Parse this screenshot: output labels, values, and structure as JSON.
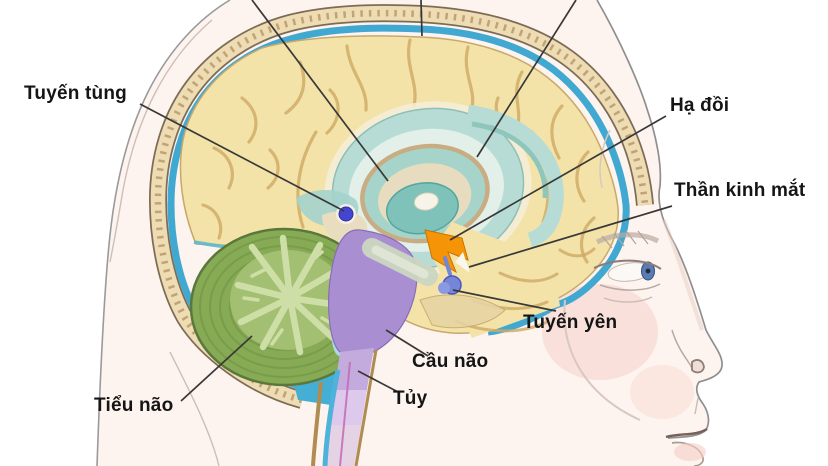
{
  "diagram": {
    "type": "anatomy-illustration",
    "subject": "Human brain, sagittal cross-section through a head profile, showing endocrine and brainstem structures",
    "language": "Vietnamese",
    "labels": [
      {
        "id": "tuyen-tung",
        "text": "Tuyến tùng",
        "meaning": "Pineal gland",
        "side": "upper-left"
      },
      {
        "id": "ha-doi",
        "text": "Hạ đồi",
        "meaning": "Hypothalamus",
        "side": "upper-right"
      },
      {
        "id": "than-kinh-mat",
        "text": "Thần kinh mắt",
        "meaning": "Optic nerve",
        "side": "right"
      },
      {
        "id": "tuyen-yen",
        "text": "Tuyến yên",
        "meaning": "Pituitary gland",
        "side": "lower-right"
      },
      {
        "id": "cau-nao",
        "text": "Cầu não",
        "meaning": "Pons",
        "side": "bottom-center"
      },
      {
        "id": "tuy",
        "text": "Tủy",
        "meaning": "Medulla / cord",
        "side": "bottom-center"
      },
      {
        "id": "tieu-nao",
        "text": "Tiểu não",
        "meaning": "Cerebellum",
        "side": "bottom-left"
      }
    ],
    "colors": {
      "background": "#ffffff",
      "skin": "#fdf3ef",
      "blush": "#f5cdc5",
      "skull_bone": "#eedcb4",
      "bone_outline": "#7d6c55",
      "bone_stipple": "#b3905e",
      "csf_blue": "#41a9d1",
      "cerebrum": "#f3e3a8",
      "brain_outline": "#c8a96b",
      "sulci": "#d0a964",
      "ring_pale": "#b7dcd5",
      "ring_teal": "#a6d4cb",
      "ring_tan": "#c9ad82",
      "ring_cream": "#e8dcc0",
      "thalamus": "#7fc2ba",
      "pineal": "#4546cf",
      "hypothalamus": "#f59406",
      "pituitary": "#7386d8",
      "brainstem": "#a98fd2",
      "spinal_cord": "#ddc9ec",
      "aqueduct": "#ccd6c2",
      "cerebellum_outer": "#87aa55",
      "cerebellum_inner": "#a3bf72",
      "cerebellum_branch": "#cddfa6",
      "label_text": "#151515",
      "leader_line": "#383838"
    }
  }
}
